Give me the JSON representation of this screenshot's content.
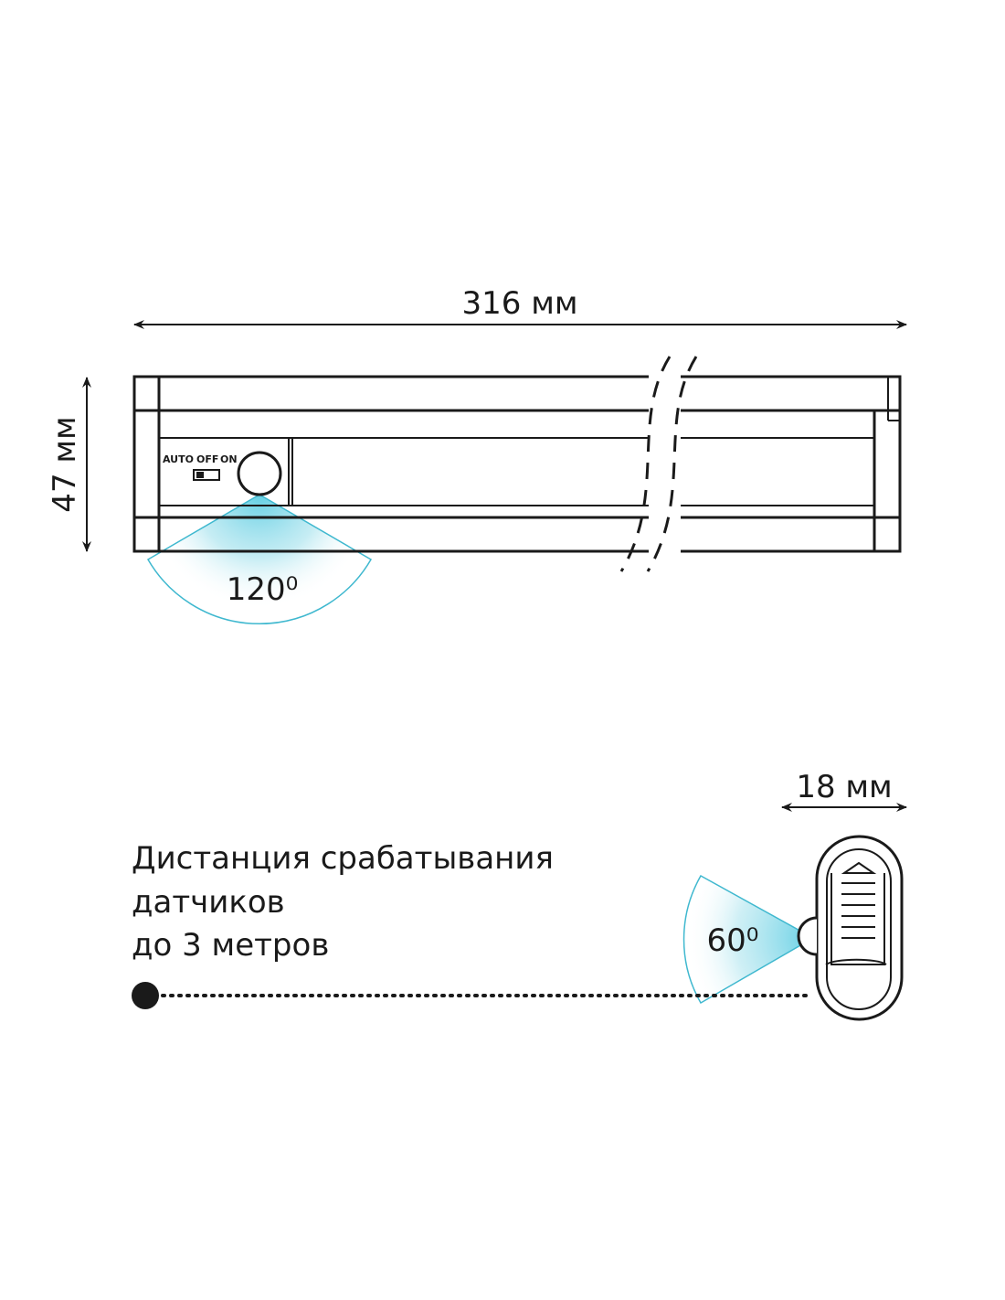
{
  "dimensions": {
    "length": "316 мм",
    "height": "47 мм",
    "depth": "18 мм"
  },
  "switch_labels": {
    "auto": "AUTO",
    "off": "OFF",
    "on": "ON"
  },
  "angles": {
    "front_sensor": "120⁰",
    "side_sensor": "60⁰"
  },
  "caption": {
    "line1": "Дистанция срабатывания",
    "line2": "датчиков",
    "line3": "до 3 метров"
  },
  "colors": {
    "line": "#1a1a1a",
    "sensor_fill": "#8fd9e8",
    "sensor_outline": "#3fb8cf"
  }
}
